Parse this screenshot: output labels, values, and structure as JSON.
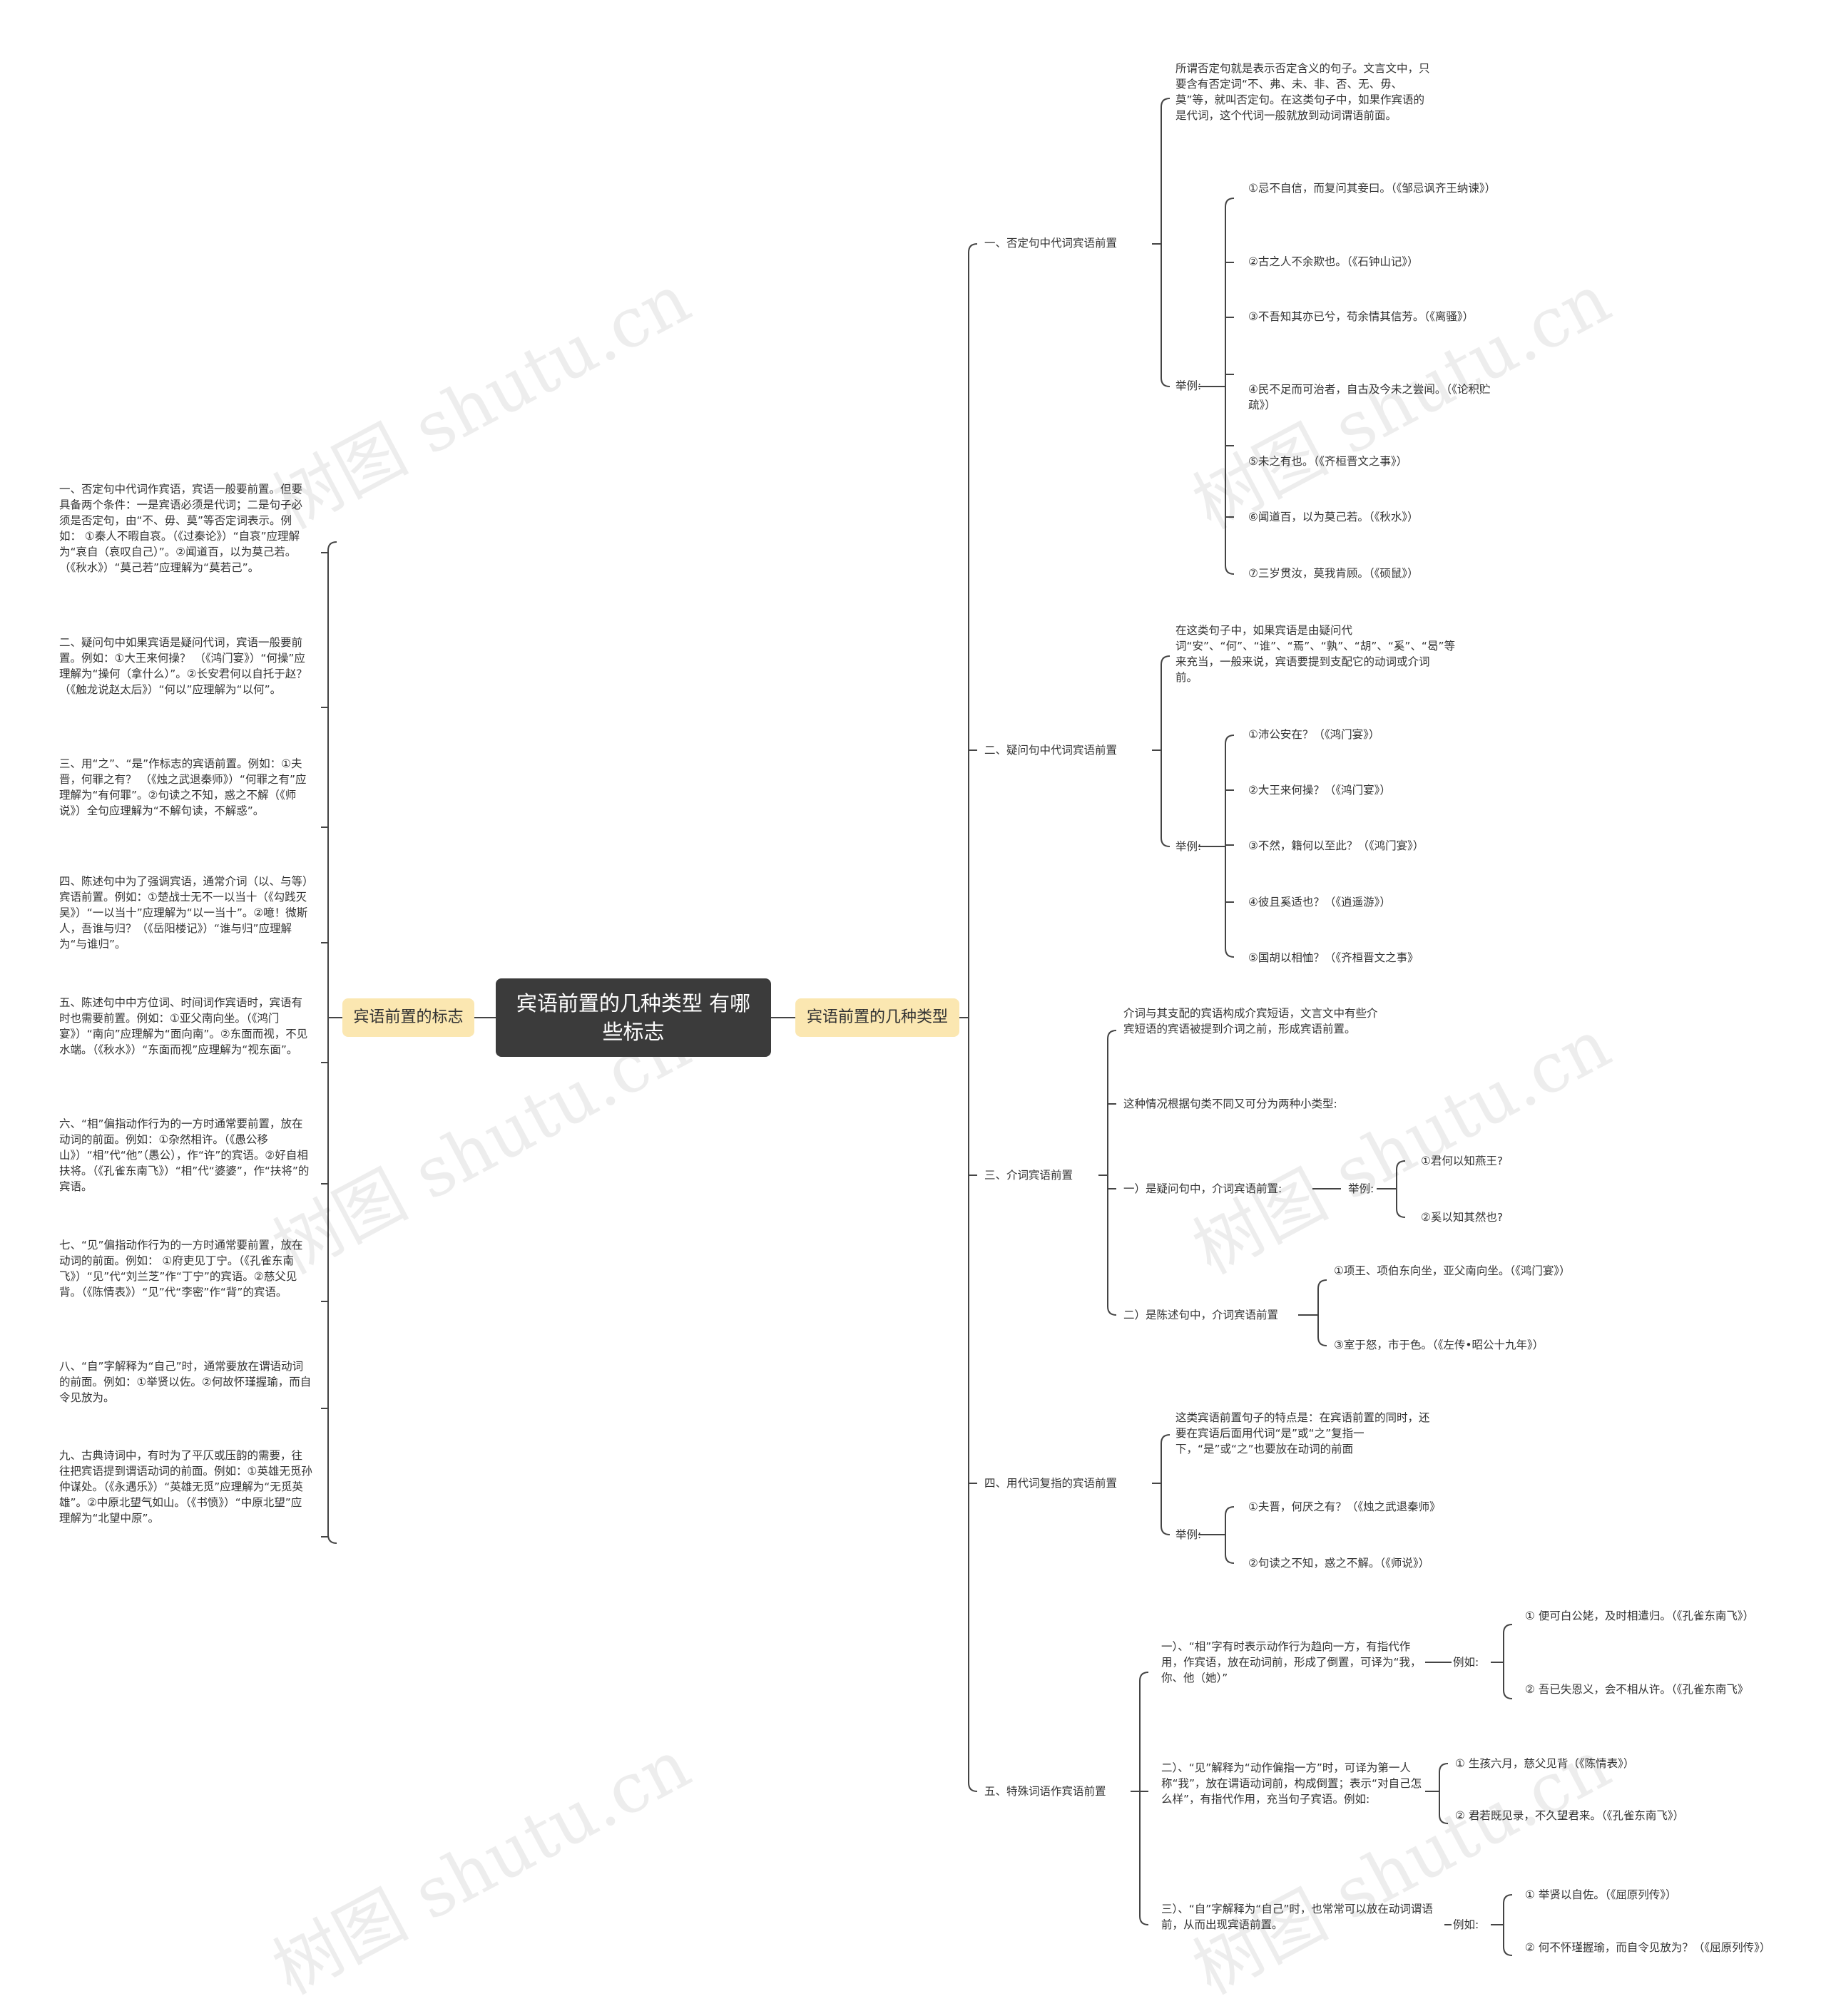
{
  "root": {
    "title": "宾语前置的几种类型 有哪些标志"
  },
  "left_main": {
    "label": "宾语前置的标志"
  },
  "right_main": {
    "label": "宾语前置的几种类型"
  },
  "watermark": "树图 shutu.cn",
  "left_items": [
    "一、否定句中代词作宾语，宾语一般要前置。但要具备两个条件：一是宾语必须是代词；二是句子必须是否定句，由“不、毋、莫”等否定词表示。例如：  ①秦人不暇自哀。（《过秦论》）“自哀”应理解为“哀自（哀叹自己）”。②闻道百，以为莫己若。（《秋水》）“莫己若”应理解为“莫若己”。",
    "二、疑问句中如果宾语是疑问代词，宾语一般要前置。例如：①大王来何操？  （《鸿门宴》）“何操”应理解为“操何（拿什么）”。②长安君何以自托于赵？  （《触龙说赵太后》）“何以”应理解为“以何”。",
    "三、用“之”、“是”作标志的宾语前置。例如：①夫晋，何罪之有？  （《烛之武退秦师》）“何罪之有”应理解为“有何罪”。②句读之不知，惑之不解（《师说》）全句应理解为“不解句读，不解惑”。",
    "四、陈述句中为了强调宾语，通常介词（以、与等）宾语前置。例如：①楚战士无不一以当十（《勾践灭吴》）“一以当十”应理解为“以一当十”。②噫！微斯人，吾谁与归？（《岳阳楼记》）“谁与归”应理解为“与谁归”。",
    "五、陈述句中中方位词、时间词作宾语时，宾语有时也需要前置。例如：①亚父南向坐。（《鸿门宴》）“南向”应理解为“面向南”。②东面而视，不见水端。（《秋水》）“东面而视”应理解为“视东面”。",
    "六、“相”偏指动作行为的一方时通常要前置，放在动词的前面。例如：①杂然相许。（《愚公移山》）“相”代“他”（愚公），作“许”的宾语。②好自相扶将。（《孔雀东南飞》）“相”代“婆婆”，作“扶将”的宾语。",
    "七、“见”偏指动作行为的一方时通常要前置，放在动词的前面。例如：  ①府吏见丁宁。（《孔雀东南飞》）“见”代“刘兰芝”作“丁宁”的宾语。②慈父见背。（《陈情表》）“见”代“李密”作“背”的宾语。",
    "八、“自”字解释为“自己”时，通常要放在谓语动词的前面。例如：①举贤以佐。②何故怀瑾握瑜，而自令见放为。",
    "九、古典诗词中，有时为了平仄或压韵的需要，往往把宾语提到谓语动词的前面。例如：①英雄无觅孙仲谋处。（《永遇乐》）“英雄无觅”应理解为“无觅英雄”。②中原北望气如山。（《书愤》）“中原北望”应理解为“北望中原”。"
  ],
  "b1": {
    "label": "一、否定句中代词宾语前置",
    "desc": "所谓否定句就是表示否定含义的句子。文言文中，只要含有否定词“不、弗、未、非、否、无、毋、莫”等，就叫否定句。在这类句子中，如果作宾语的是代词，这个代词一般就放到动词谓语前面。",
    "ex_label": "举例:",
    "examples": [
      "①忌不自信，而复问其妾曰。（《邹忌讽齐王纳谏》）",
      "②古之人不余欺也。（《石钟山记》）",
      "③不吾知其亦已兮，苟余情其信芳。（《离骚》）",
      "④民不足而可治者，自古及今未之尝闻。（《论积贮疏》）",
      "⑤未之有也。（《齐桓晋文之事》）",
      "⑥闻道百，以为莫己若。（《秋水》）",
      "⑦三岁贯汝，莫我肯顾。（《硕鼠》）"
    ]
  },
  "b2": {
    "label": "二、疑问句中代词宾语前置",
    "desc": "在这类句子中，如果宾语是由疑问代词“安”、“何”、“谁”、“焉”、“孰”、“胡”、“奚”、“曷”等来充当，一般来说，宾语要提到支配它的动词或介词前。",
    "ex_label": "举例:",
    "examples": [
      "①沛公安在？（《鸿门宴》）",
      "②大王来何操？（《鸿门宴》）",
      "③不然，籍何以至此？（《鸿门宴》）",
      "④彼且奚适也？（《逍遥游》）",
      "⑤国胡以相恤？（《齐桓晋文之事》"
    ]
  },
  "b3": {
    "label": "三、介词宾语前置",
    "desc": "介词与其支配的宾语构成介宾短语，文言文中有些介宾短语的宾语被提到介词之前，形成宾语前置。",
    "desc2": "这种情况根据句类不同又可分为两种小类型:",
    "sub1": {
      "label": "一）是疑问句中，介词宾语前置:",
      "ex_label": "举例:",
      "examples": [
        "①君何以知燕王?",
        "②奚以知其然也?"
      ]
    },
    "sub2": {
      "label": "二）是陈述句中，介词宾语前置",
      "examples": [
        "①项王、项伯东向坐，亚父南向坐。（《鸿门宴》）",
        "③室于怒，市于色。（《左传•昭公十九年》）"
      ]
    }
  },
  "b4": {
    "label": "四、用代词复指的宾语前置",
    "desc": "这类宾语前置句子的特点是：在宾语前置的同时，还要在宾语后面用代词“是”或“之”复指一下，“是”或“之”也要放在动词的前面",
    "ex_label": "举例:",
    "examples": [
      "①夫晋，何厌之有？（《烛之武退秦师》",
      "②句读之不知，惑之不解。（《师说》）"
    ]
  },
  "b5": {
    "label": "五、特殊词语作宾语前置",
    "subs": [
      {
        "label": "一）、“相”字有时表示动作行为趋向一方，有指代作用，作宾语，放在动词前，形成了倒置，可译为“我，你、他（她）”",
        "ex_label": "例如:",
        "examples": [
          "① 便可白公姥，及时相遣归。（《孔雀东南飞》）",
          "② 吾已失恩义，会不相从许。（《孔雀东南飞》"
        ]
      },
      {
        "label": "二）、“见”解释为“动作偏指一方”时，可译为第一人称“我”，放在谓语动词前，构成倒置；表示“对自己怎么样”，有指代作用，充当句子宾语。例如:",
        "examples": [
          "① 生孩六月，慈父见背（《陈情表》）",
          "② 君若既见录，不久望君来。（《孔雀东南飞》）"
        ]
      },
      {
        "label": "三）、“自”字解释为“自己”时，也常常可以放在动词谓语前，从而出现宾语前置。",
        "ex_label": "例如:",
        "examples": [
          "① 举贤以自佐。（《屈原列传》）",
          "② 何不怀瑾握瑜，而自令见放为？（《屈原列传》）"
        ]
      }
    ]
  }
}
